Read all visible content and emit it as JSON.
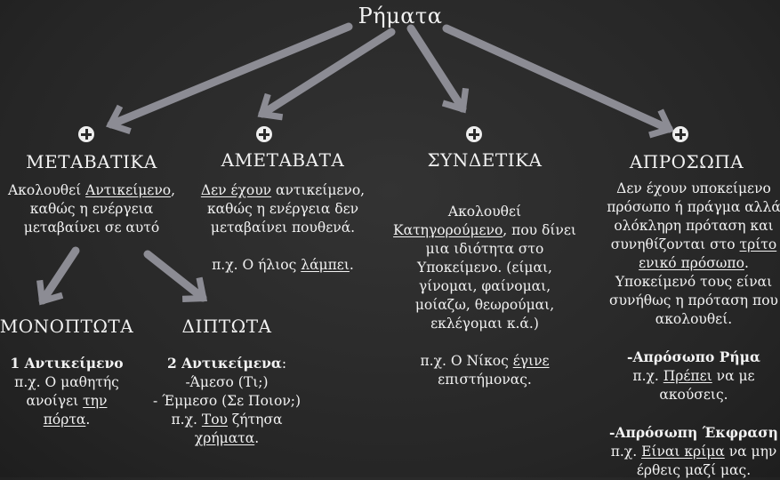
{
  "title": "Ρήματα",
  "categories": [
    {
      "key": "metavatika",
      "heading": "ΜΕΤΑΒΑΤΙΚΑ",
      "lines": [
        [
          {
            "t": "Ακολουθεί "
          },
          {
            "t": "Αντικείμενο",
            "u": true
          },
          {
            "t": ","
          }
        ],
        [
          {
            "t": "καθώς η ενέργεια"
          }
        ],
        [
          {
            "t": "μεταβαίνει σε αυτό"
          }
        ]
      ]
    },
    {
      "key": "ametavata",
      "heading": "ΑΜΕΤΑΒΑΤΑ",
      "lines": [
        [
          {
            "t": "Δεν έχουν",
            "u": true
          },
          {
            "t": " αντικείμενο,"
          }
        ],
        [
          {
            "t": "καθώς η ενέργεια δεν"
          }
        ],
        [
          {
            "t": "μεταβαίνει πουθενά."
          }
        ],
        [
          {
            "t": " "
          }
        ],
        [
          {
            "t": "π.χ. Ο ήλιος "
          },
          {
            "t": "λάμπει",
            "u": true
          },
          {
            "t": "."
          }
        ]
      ]
    },
    {
      "key": "syndetika",
      "heading": "ΣΥΝΔΕΤΙΚΑ",
      "lines": [
        [
          {
            "t": "Ακολουθεί"
          }
        ],
        [
          {
            "t": "Κατηγορούμενο",
            "u": true
          },
          {
            "t": ", που δίνει"
          }
        ],
        [
          {
            "t": "μια ιδιότητα στο"
          }
        ],
        [
          {
            "t": "Υποκείμενο. (είμαι,"
          }
        ],
        [
          {
            "t": "γίνομαι, φαίνομαι,"
          }
        ],
        [
          {
            "t": "μοίαζω, θεωρούμαι,"
          }
        ],
        [
          {
            "t": "εκλέγομαι κ.ά.)"
          }
        ],
        [
          {
            "t": " "
          }
        ],
        [
          {
            "t": "π.χ. Ο Νίκος "
          },
          {
            "t": "έγινε",
            "u": true
          }
        ],
        [
          {
            "t": "επιστήμονας."
          }
        ]
      ]
    },
    {
      "key": "aprosopa",
      "heading": "ΑΠΡΟΣΩΠΑ",
      "lines": [
        [
          {
            "t": "Δεν έχουν υποκείμενο"
          }
        ],
        [
          {
            "t": "πρόσωπο ή πράγμα αλλά"
          }
        ],
        [
          {
            "t": "ολόκληρη πρόταση και"
          }
        ],
        [
          {
            "t": "συνηθίζονται στο "
          },
          {
            "t": "τρίτο",
            "u": true
          }
        ],
        [
          {
            "t": "ενικό πρόσωπο",
            "u": true
          },
          {
            "t": "."
          }
        ],
        [
          {
            "t": "Υποκείμενό τους είναι"
          }
        ],
        [
          {
            "t": "συνήθως η πρόταση που"
          }
        ],
        [
          {
            "t": "ακολουθεί."
          }
        ],
        [
          {
            "t": " "
          }
        ],
        [
          {
            "t": "-Απρόσωπο Ρήμα",
            "b": true
          }
        ],
        [
          {
            "t": "π.χ. "
          },
          {
            "t": "Πρέπει",
            "u": true
          },
          {
            "t": " να με"
          }
        ],
        [
          {
            "t": "ακούσεις."
          }
        ],
        [
          {
            "t": " "
          }
        ],
        [
          {
            "t": "-Απρόσωπη Έκφραση",
            "b": true
          }
        ],
        [
          {
            "t": "π.χ. "
          },
          {
            "t": "Είναι κρίμα",
            "u": true
          },
          {
            "t": " να μην"
          }
        ],
        [
          {
            "t": "έρθεις μαζί μας."
          }
        ]
      ]
    },
    {
      "key": "monoptota",
      "heading": "ΜΟΝΟΠΤΩΤΑ",
      "lines": [
        [
          {
            "t": "1 Αντικείμενο",
            "b": true
          }
        ],
        [
          {
            "t": "π.χ. Ο μαθητής"
          }
        ],
        [
          {
            "t": "ανοίγει "
          },
          {
            "t": "την",
            "u": true
          }
        ],
        [
          {
            "t": "πόρτα",
            "u": true
          },
          {
            "t": "."
          }
        ]
      ]
    },
    {
      "key": "diptota",
      "heading": "ΔΙΠΤΩΤΑ",
      "lines": [
        [
          {
            "t": "2 Αντικείμενα",
            "b": true
          },
          {
            "t": ":"
          }
        ],
        [
          {
            "t": "-Άμεσο (Τι;)"
          }
        ],
        [
          {
            "t": "- Έμμεσο (Σε Ποιον;)"
          }
        ],
        [
          {
            "t": "π.χ. "
          },
          {
            "t": "Του",
            "u": true
          },
          {
            "t": " ζήτησα"
          }
        ],
        [
          {
            "t": "χρήματα",
            "u": true
          },
          {
            "t": "."
          }
        ]
      ]
    }
  ]
}
